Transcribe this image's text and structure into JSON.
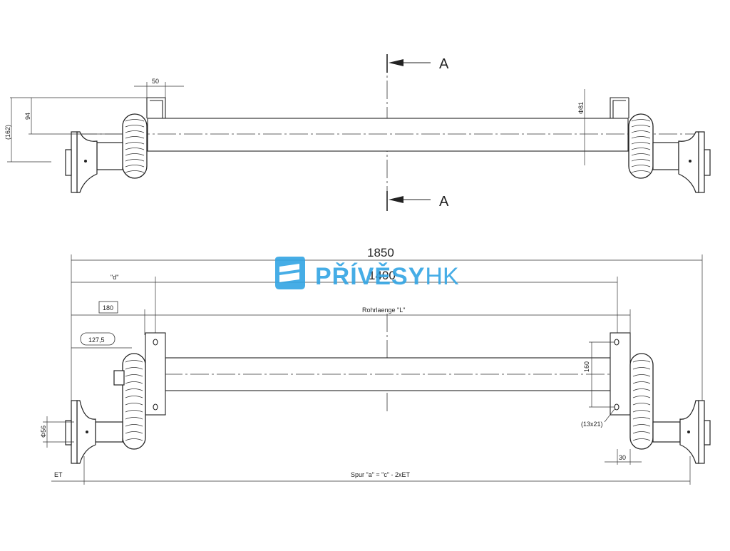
{
  "logo": {
    "name_bold": "PŘÍVĚSY",
    "name_light": "HK",
    "color": "#33a5e4"
  },
  "section_marks": {
    "top": "A",
    "bottom": "A"
  },
  "top_view": {
    "dim_50": "50",
    "dim_94": "94",
    "dim_162": "(162)",
    "dim_tube_diameter": "Φ81"
  },
  "bottom_view": {
    "dim_total_width": "1850",
    "dim_flange_distance": "1400",
    "dim_d": "\"d\"",
    "dim_180": "180",
    "dim_tube_length": "Rohrlaenge \"L\"",
    "dim_127_5": "127,5",
    "dim_160": "160",
    "dim_hole": "(13x21)",
    "dim_30": "30",
    "dim_56": "Φ56",
    "dim_et": "ET",
    "dim_track": "Spur \"a\" = \"c\" - 2xET"
  }
}
